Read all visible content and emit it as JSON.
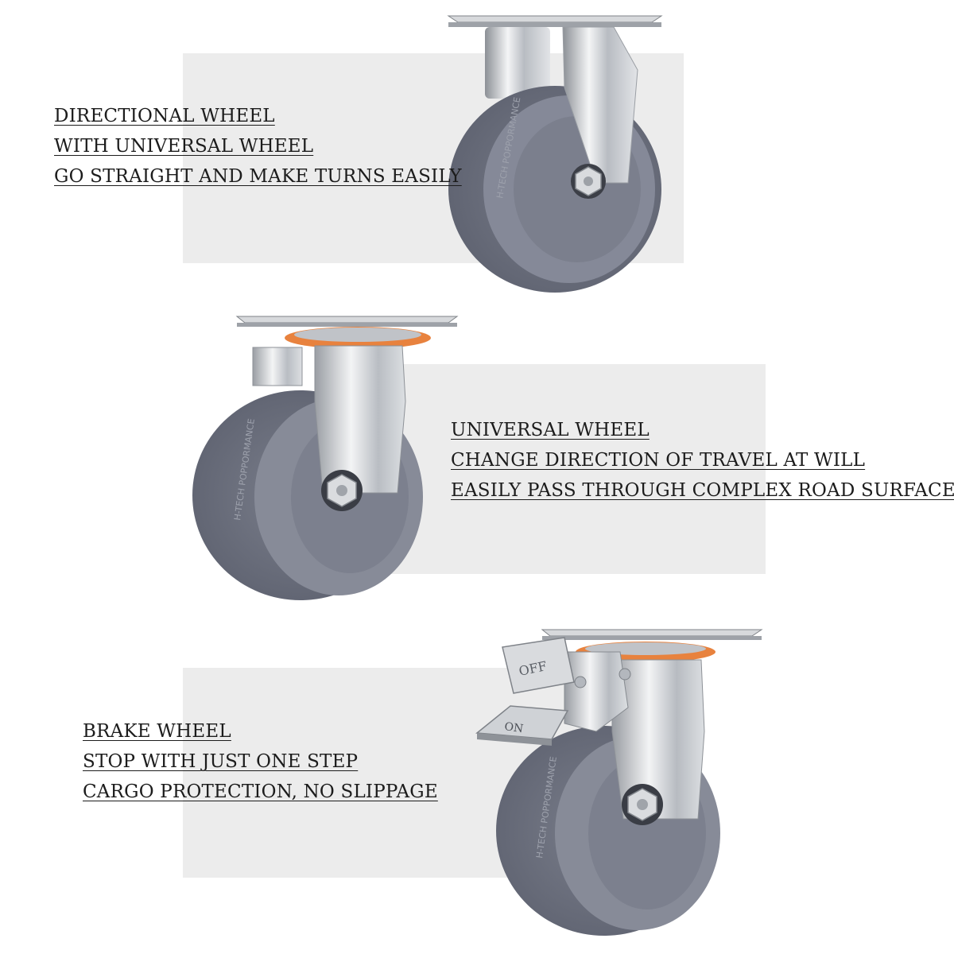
{
  "sections": {
    "directional": {
      "lines": [
        "DIRECTIONAL WHEEL",
        "WITH UNIVERSAL WHEEL",
        "GO STRAIGHT AND MAKE TURNS EASILY"
      ]
    },
    "universal": {
      "lines": [
        "UNIVERSAL WHEEL",
        "CHANGE DIRECTION OF TRAVEL AT WILL",
        "EASILY PASS THROUGH COMPLEX ROAD SURFACES"
      ]
    },
    "brake": {
      "lines": [
        "BRAKE WHEEL",
        "STOP WITH JUST ONE STEP",
        "CARGO PROTECTION, NO SLIPPAGE"
      ],
      "pedal_off": "OFF",
      "pedal_on": "ON"
    }
  },
  "colors": {
    "panel": "#ececec",
    "tire": "#6d7180",
    "hub": "#878b98",
    "steel": "#c9ccd1",
    "seal": "#e8823e"
  }
}
